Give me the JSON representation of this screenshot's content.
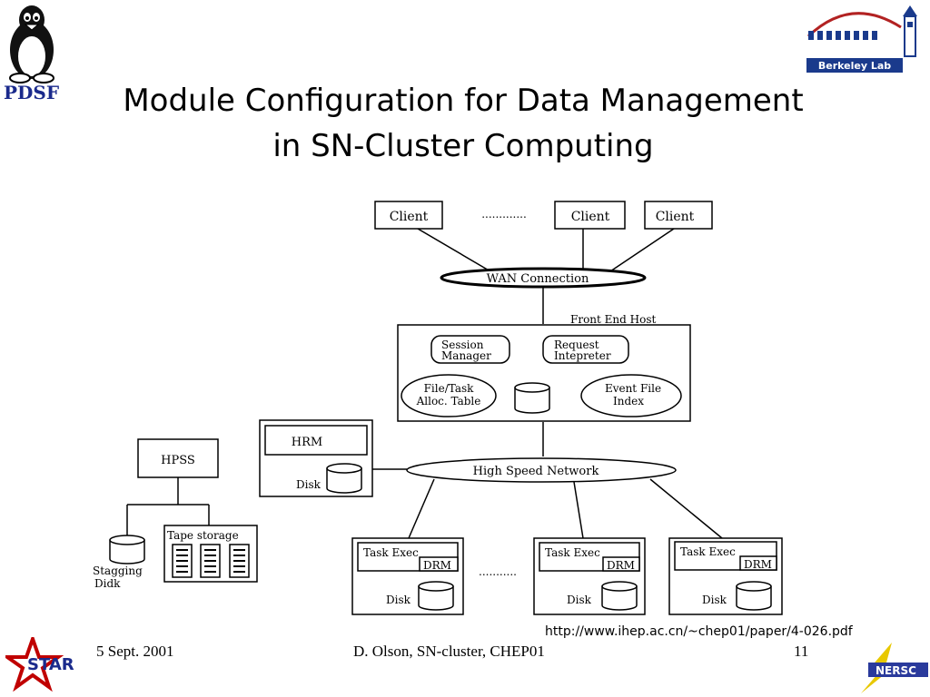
{
  "logos": {
    "pdsf": "PDSF",
    "berkeley": "Berkeley Lab",
    "star": "STAR",
    "nersc": "NERSC"
  },
  "title": {
    "line1": "Module Configuration for Data Management",
    "line2": "in SN-Cluster Computing"
  },
  "diagram": {
    "client1": "Client",
    "client2": "Client",
    "client3": "Client",
    "client_dots": ".............",
    "wan": "WAN Connection",
    "front_end_host": "Front End Host",
    "session_manager_1": "Session",
    "session_manager_2": "Manager",
    "request_interpreter_1": "Request",
    "request_interpreter_2": "Intepreter",
    "file_task_1": "File/Task",
    "file_task_2": "Alloc. Table",
    "event_file_1": "Event File",
    "event_file_2": "Index",
    "hrm": "HRM",
    "hrm_disk": "Disk",
    "hpss": "HPSS",
    "high_speed": "High Speed Network",
    "tape_storage": "Tape storage",
    "stagging_1": "Stagging",
    "stagging_2": "Didk",
    "task_exec": "Task Exec",
    "drm": "DRM",
    "disk": "Disk",
    "node_dots": "..........."
  },
  "footer": {
    "url": "http://www.ihep.ac.cn/~chep01/paper/4-026.pdf",
    "date": "5 Sept. 2001",
    "author": "D. Olson, SN-cluster, CHEP01",
    "page": "11"
  }
}
